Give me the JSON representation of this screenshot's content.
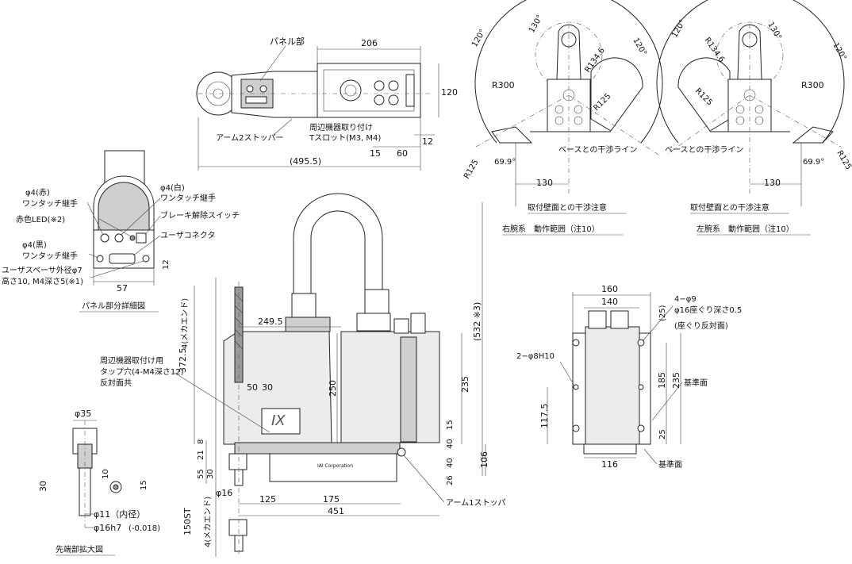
{
  "top_view": {
    "panel_label": "パネル部",
    "dim_206": "206",
    "dim_120": "120",
    "arm2_stopper": "アーム2ストッパー",
    "peripheral_mount_1": "周辺機器取り付け",
    "peripheral_mount_2": "Tスロット(M3, M4)",
    "dim_15": "15",
    "dim_60": "60",
    "dim_12": "12",
    "dim_495_5": "(495.5)"
  },
  "panel_detail": {
    "phi4_red_1": "φ4(赤)",
    "phi4_red_2": "ワンタッチ継手",
    "red_led": "赤色LED(※2)",
    "phi4_black_1": "φ4(黒)",
    "phi4_black_2": "ワンタッチ継手",
    "spacer_1": "ユーザスペーサ外径φ7",
    "spacer_2": "高さ10, M4深さ5(※1)",
    "phi4_white_1": "φ4(白)",
    "phi4_white_2": "ワンタッチ継手",
    "brake_switch": "ブレーキ解除スイッチ",
    "user_connector": "ユーザコネクタ",
    "dim_57": "57",
    "dim_12": "12",
    "title": "パネル部分詳細図"
  },
  "right_arm": {
    "angle_120_left": "120°",
    "angle_130": "130°",
    "angle_120_right": "120°",
    "r134_6": "R134.6",
    "r300": "R300",
    "r125_inner": "R125",
    "r125_outer": "R125",
    "angle_69_9": "69.9°",
    "interference_line": "ベースとの干渉ライン",
    "dim_130": "130",
    "wall_note": "取付壁面との干渉注意",
    "title": "右腕系　動作範囲（注10）"
  },
  "left_arm": {
    "angle_120_left": "120°",
    "angle_130": "130°",
    "angle_120_right": "120°",
    "r134_6": "R134.6",
    "r300": "R300",
    "r125_inner": "R125",
    "r125_outer": "R125",
    "angle_69_9": "69.9°",
    "interference_line": "ベースとの干渉ライン",
    "dim_130": "130",
    "wall_note": "取付壁面との干渉注意",
    "title": "左腕系　動作範囲（注10）"
  },
  "side_view": {
    "mech_end_top": "4(メカエンド)",
    "dim_372_5": "372.5",
    "dim_249_5": "249.5",
    "tap_hole_1": "周辺機器取付け用",
    "tap_hole_2": "タップ穴(4-M4深さ12)",
    "tap_hole_3": "反対面共",
    "dim_50": "50",
    "dim_30a": "30",
    "dim_250": "250",
    "dim_235": "235",
    "dim_532": "(532 ※3)",
    "dim_15": "15",
    "dim_40a": "40",
    "dim_40b": "40",
    "dim_26": "26",
    "dim_106": "106",
    "dim_8": "8",
    "dim_21": "21",
    "dim_55": "55",
    "dim_30b": "30",
    "phi16": "φ16",
    "dim_125": "125",
    "dim_175": "175",
    "dim_451": "451",
    "arm1_stopper": "アーム1ストッパ",
    "mech_end_bottom": "4(メカエンド)",
    "dim_150st": "150ST",
    "logo_text": "IX",
    "brand_text": "IAI Corporation"
  },
  "tip_detail": {
    "phi35": "φ35",
    "dim_30": "30",
    "dim_10": "10",
    "dim_15": "15",
    "phi11": "φ11（内径）",
    "phi16h7": "φ16h7",
    "tolerance": "(-0.018)",
    "title": "先端部拡大図"
  },
  "base_view": {
    "dim_160": "160",
    "dim_140": "140",
    "holes_1": "4−φ9",
    "holes_2": "φ16座ぐり深さ0.5",
    "holes_3": "(座ぐり反対面)",
    "dim_25a": "(25)",
    "pin_holes": "2−φ8H10",
    "dim_185": "185",
    "dim_235": "235",
    "ref_face_right": "基準面",
    "dim_117_5": "117.5",
    "dim_25b": "25",
    "dim_116": "116",
    "ref_face_bottom": "基準面"
  }
}
